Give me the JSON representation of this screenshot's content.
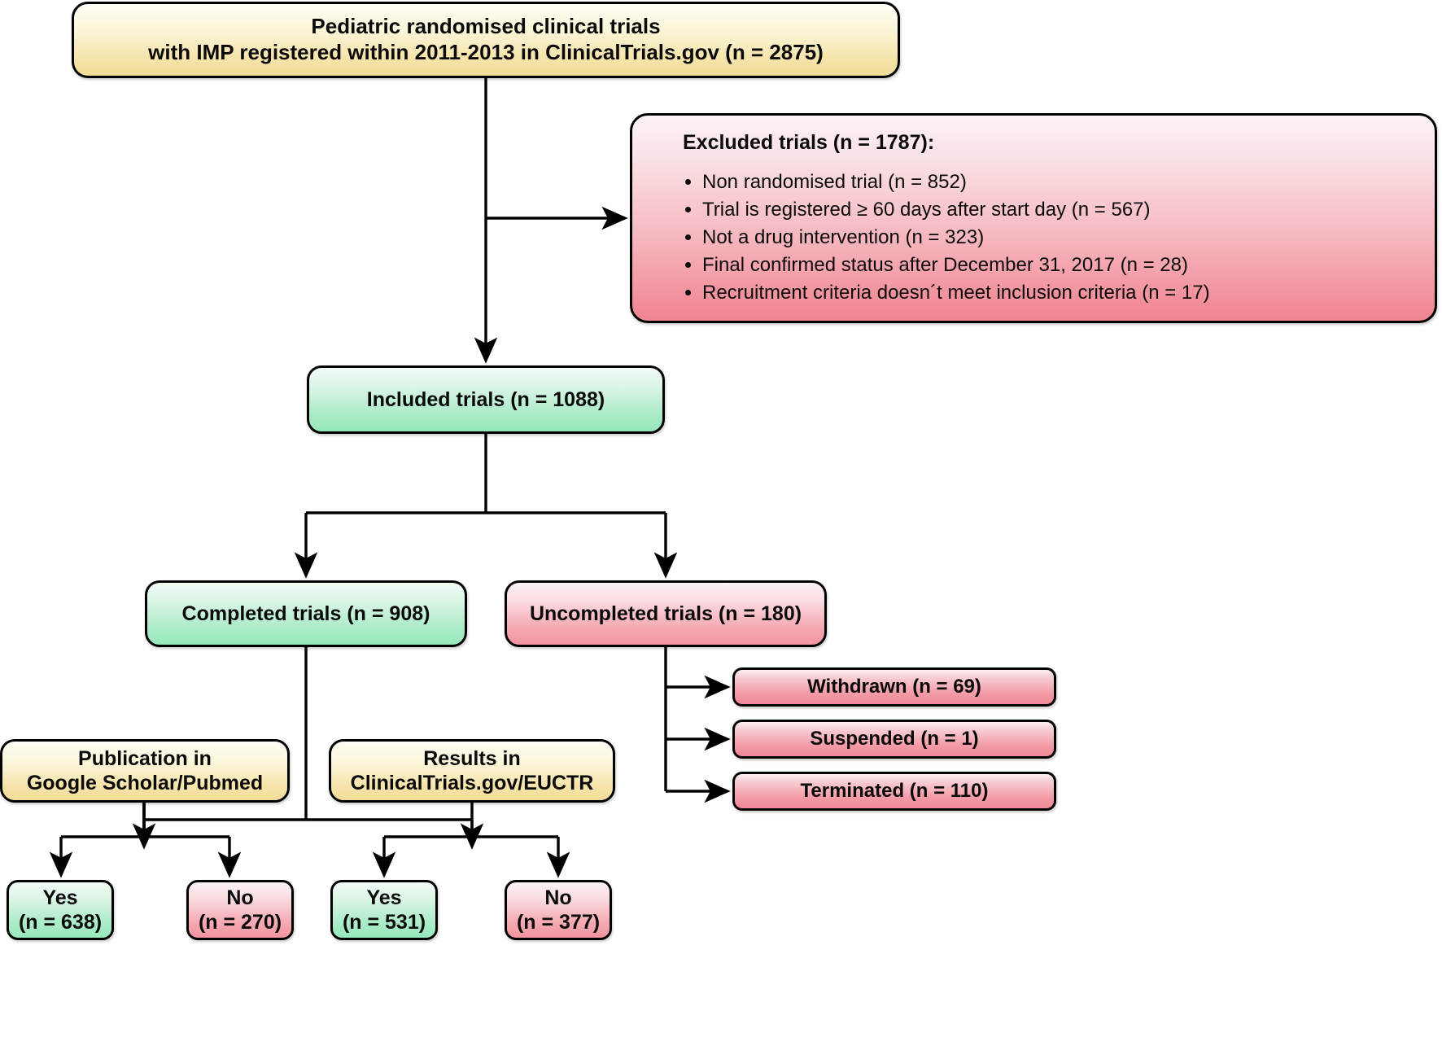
{
  "figure": {
    "type": "flowchart",
    "title": "Pediatric randomised clinical trials flow diagram"
  },
  "nodes": {
    "source": {
      "line1": "Pediatric randomised clinical trials",
      "line2": "with IMP registered within 2011-2013 in ClinicalTrials.gov (n = 2875)",
      "n": 2875,
      "color": "#f6e4ab"
    },
    "excluded": {
      "title": "Excluded trials (n = 1787):",
      "n": 1787,
      "color": "#f2929e",
      "reasons": [
        "Non randomised trial (n = 852)",
        "Trial is registered ≥ 60 days after start day (n = 567)",
        "Not a drug intervention (n = 323)",
        "Final confirmed status after December 31, 2017 (n = 28)",
        "Recruitment criteria doesn´t meet inclusion criteria (n = 17)"
      ],
      "reason_counts": [
        852,
        567,
        323,
        28,
        17
      ]
    },
    "included": {
      "label": "Included trials (n = 1088)",
      "n": 1088,
      "color": "#aeecc9"
    },
    "completed": {
      "label": "Completed trials (n = 908)",
      "n": 908,
      "color": "#aeecc9"
    },
    "uncompleted": {
      "label": "Uncompleted trials (n = 180)",
      "n": 180,
      "color": "#f5aab3"
    },
    "withdrawn": {
      "label": "Withdrawn (n = 69)",
      "n": 69,
      "color": "#f29aa5"
    },
    "suspended": {
      "label": "Suspended (n = 1)",
      "n": 1,
      "color": "#f29aa5"
    },
    "terminated": {
      "label": "Terminated (n = 110)",
      "n": 110,
      "color": "#f29aa5"
    },
    "publication": {
      "line1": "Publication in",
      "line2": "Google Scholar/Pubmed",
      "color": "#f6e4ab"
    },
    "results": {
      "line1": "Results in",
      "line2": "ClinicalTrials.gov/EUCTR",
      "color": "#f6e4ab"
    },
    "publication_yes": {
      "line1": "Yes",
      "line2": "(n = 638)",
      "n": 638,
      "color": "#aeecc9"
    },
    "publication_no": {
      "line1": "No",
      "line2": "(n = 270)",
      "n": 270,
      "color": "#f5aab3"
    },
    "results_yes": {
      "line1": "Yes",
      "line2": "(n = 531)",
      "n": 531,
      "color": "#aeecc9"
    },
    "results_no": {
      "line1": "No",
      "line2": "(n = 377)",
      "n": 377,
      "color": "#f5aab3"
    }
  }
}
